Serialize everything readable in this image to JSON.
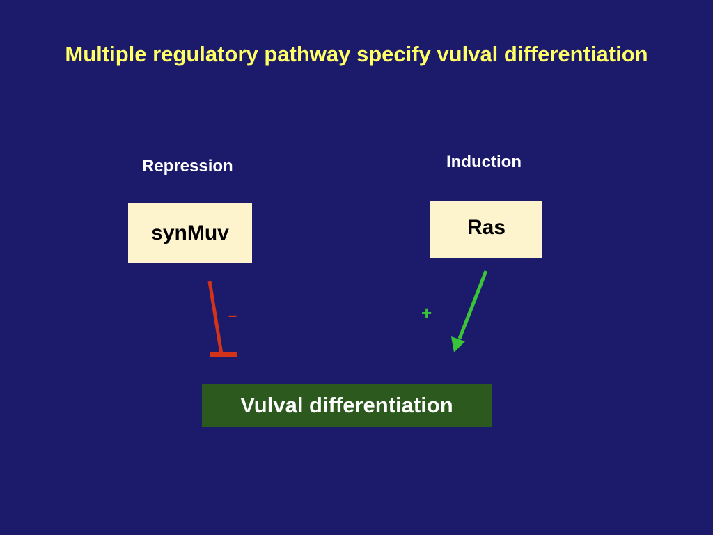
{
  "slide": {
    "title": "Multiple regulatory pathway specify vulval differentiation"
  },
  "diagram": {
    "repression_label": "Repression",
    "induction_label": "Induction",
    "repressor_node": "synMuv",
    "inducer_node": "Ras",
    "target_node": "Vulval differentiation",
    "repression_sign": "–",
    "induction_sign": "+"
  },
  "colors": {
    "background": "#1c1b6b",
    "title": "#ffff66",
    "node_fill": "#fdf3cc",
    "target_fill": "#2c5a1e",
    "inhibition_edge": "#d23319",
    "activation_edge": "#3ac43a"
  }
}
